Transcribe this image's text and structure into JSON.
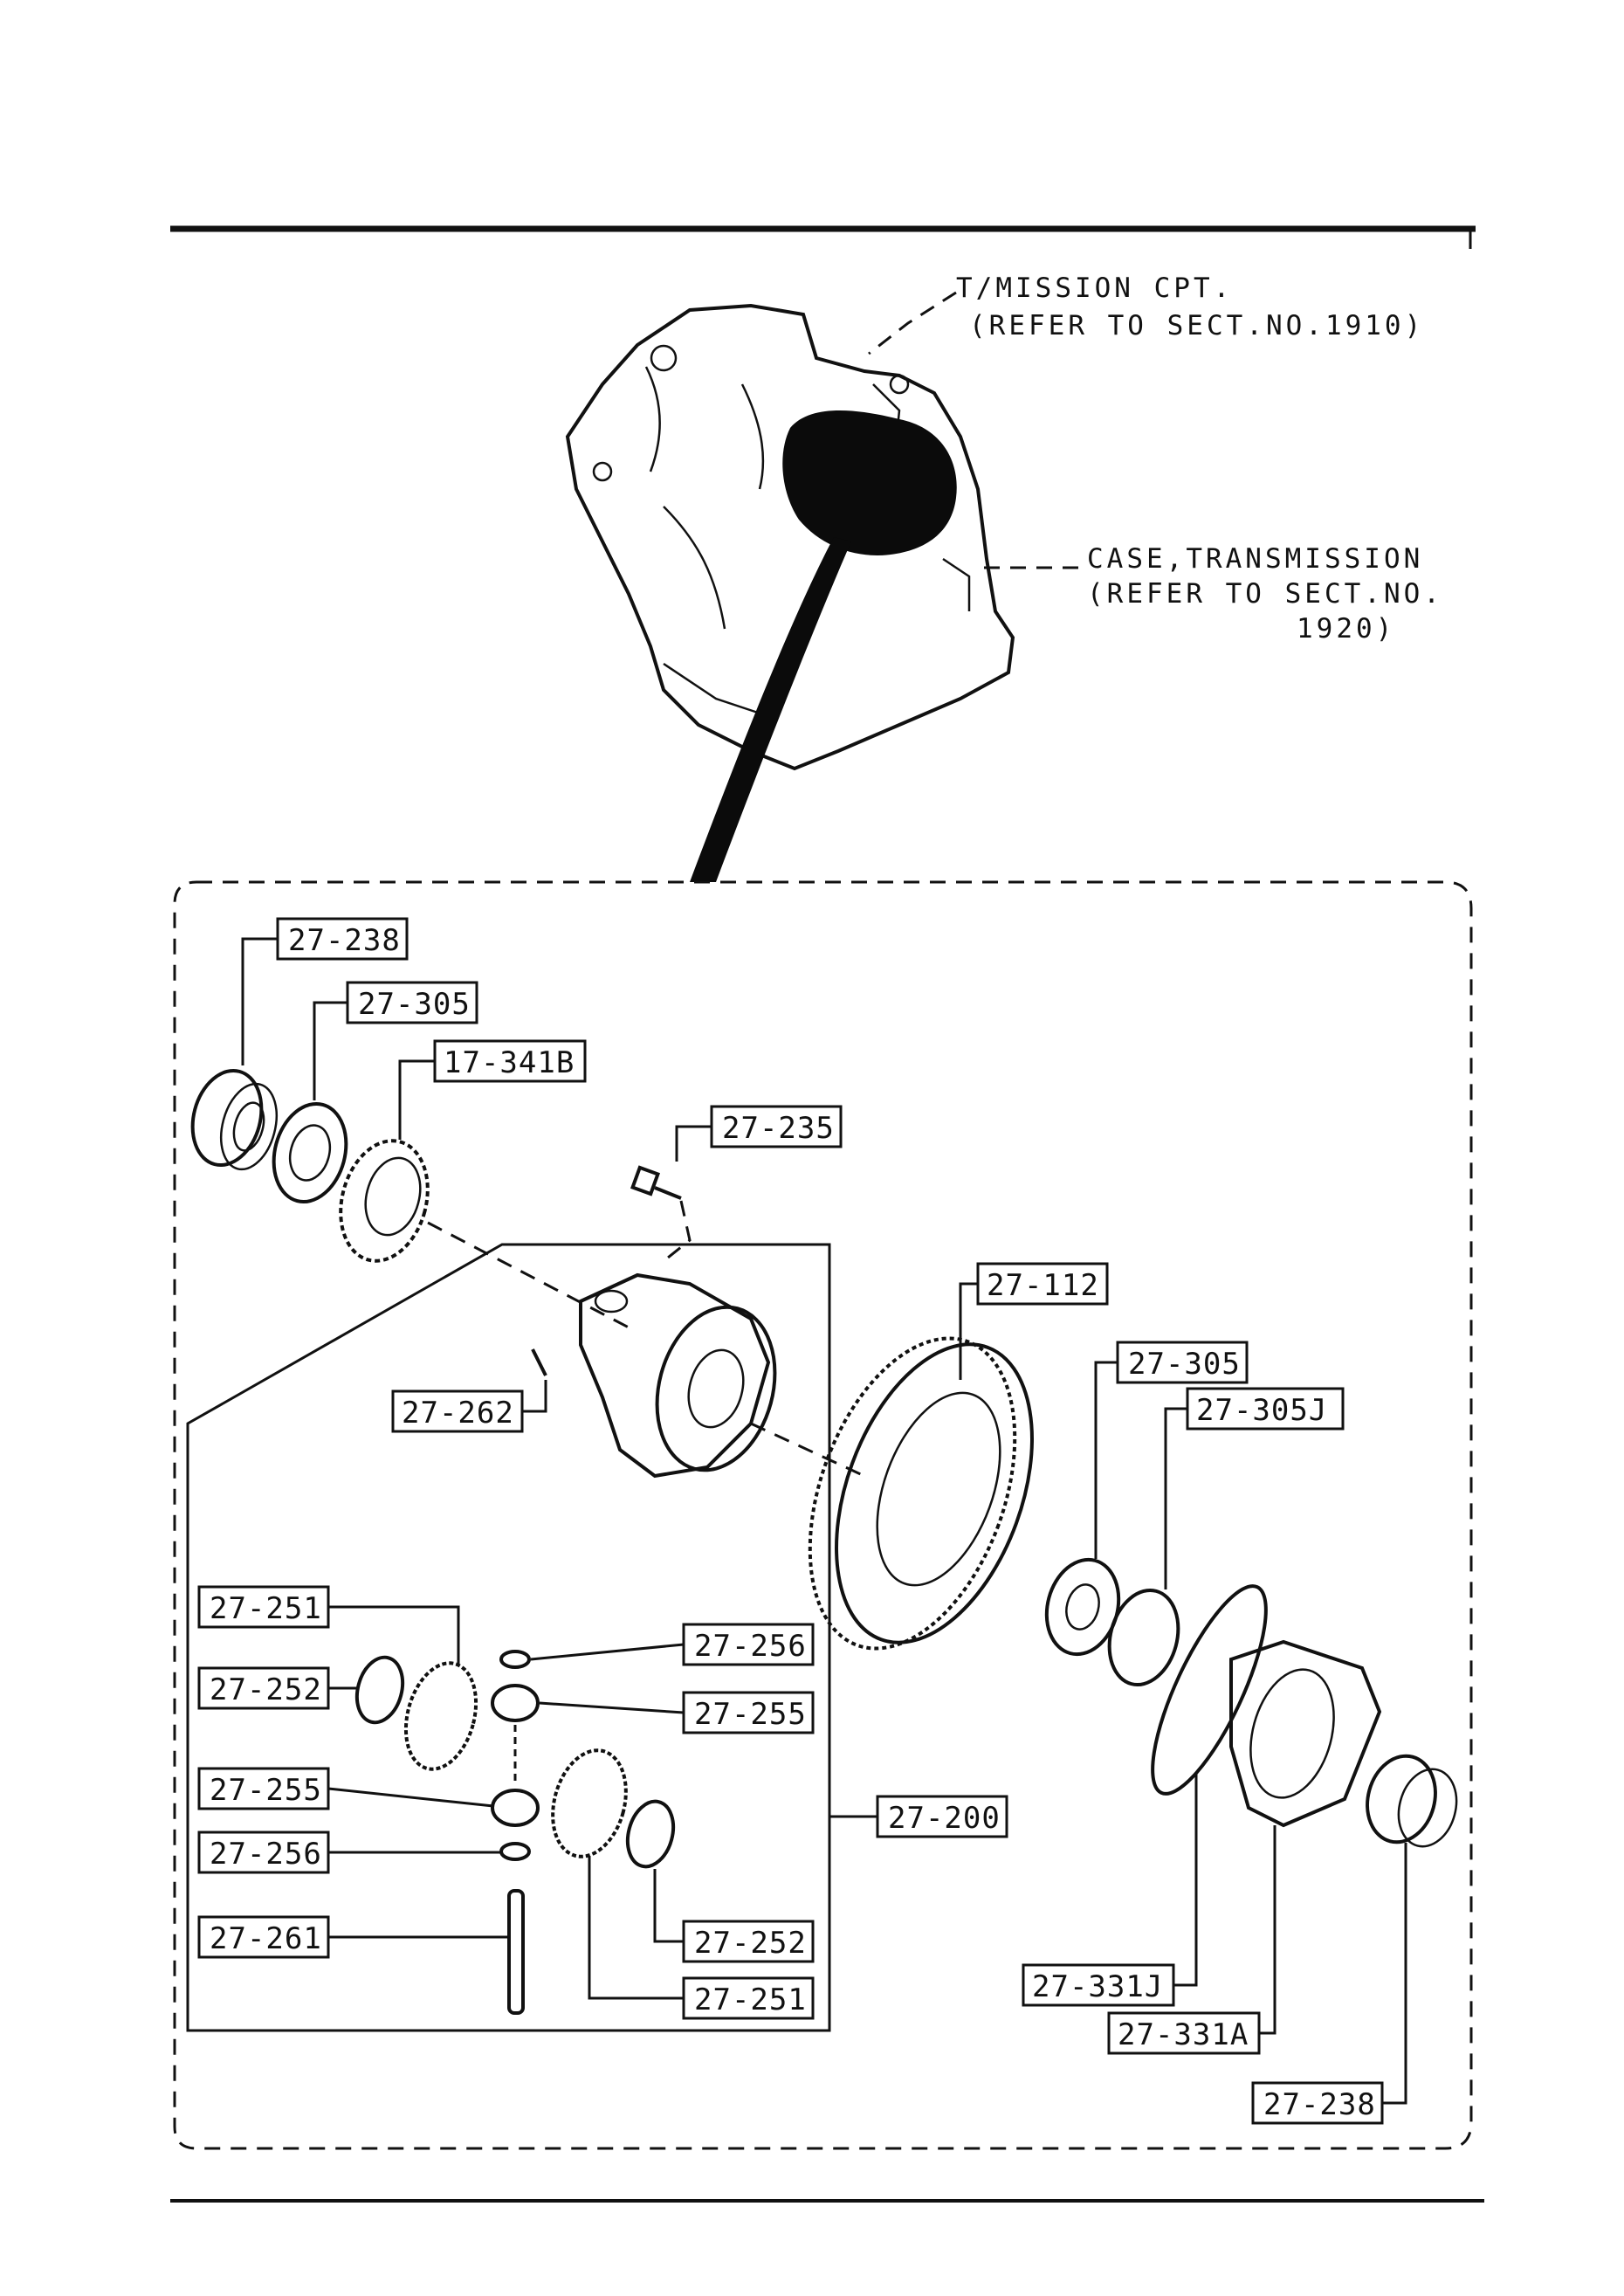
{
  "notes": {
    "tmission_line1": "T/MISSION CPT.",
    "tmission_line2": "(REFER TO SECT.NO.1910)",
    "case_line1": "CASE,TRANSMISSION",
    "case_line2": "(REFER TO SECT.NO.",
    "case_line3": "1920)"
  },
  "parts": {
    "p1": "27-238",
    "p2": "27-305",
    "p3": "17-341B",
    "p4": "27-235",
    "p5": "27-112",
    "p6": "27-305",
    "p7": "27-305J",
    "p8": "27-262",
    "p9": "27-251",
    "p10": "27-252",
    "p11": "27-256",
    "p12": "27-255",
    "p13": "27-255",
    "p14": "27-256",
    "p15": "27-261",
    "p16": "27-200",
    "p17": "27-252",
    "p18": "27-251",
    "p19": "27-331J",
    "p20": "27-331A",
    "p21": "27-238"
  }
}
